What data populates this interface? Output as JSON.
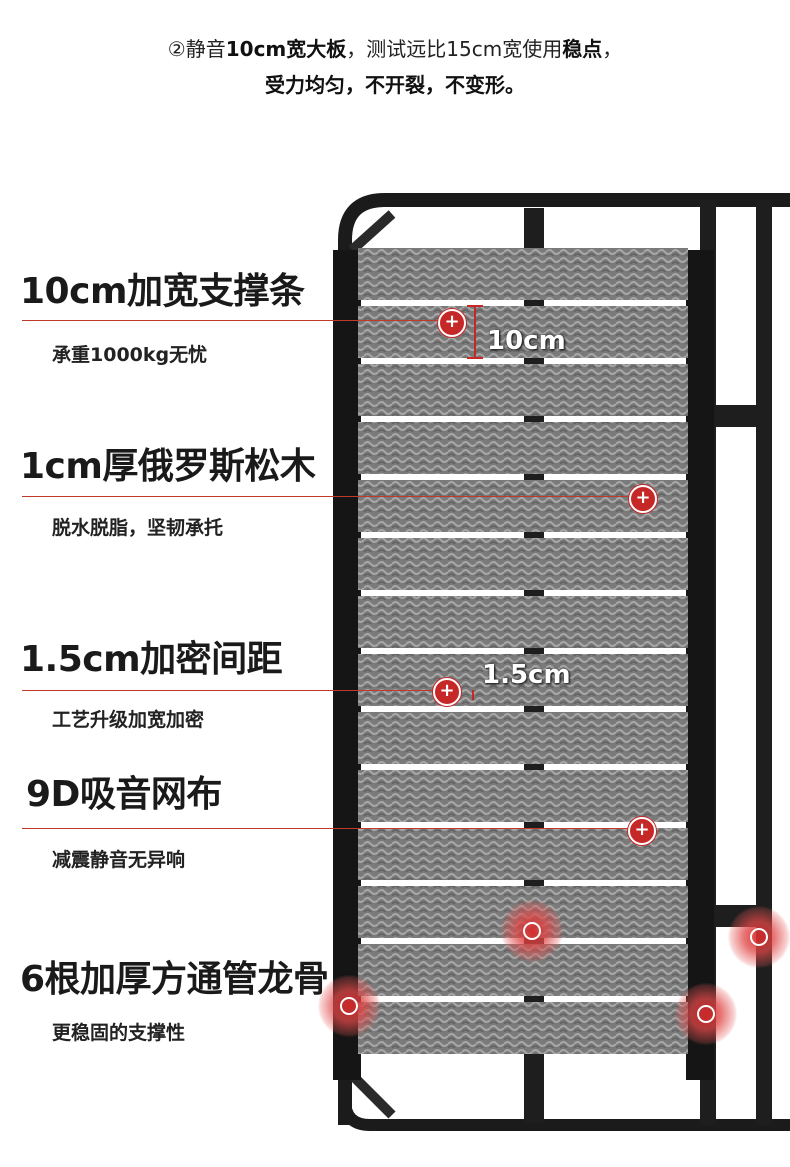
{
  "header": {
    "line1_prefix": "②静音",
    "line1_bold1": "10cm宽大板",
    "line1_mid": "，测试远比15cm宽使用",
    "line1_bold2": "稳点",
    "line1_suffix": "，",
    "line2": "受力均匀，不开裂，不变形。"
  },
  "features": [
    {
      "title": "10cm加宽支撑条",
      "subtitle": "承重1000kg无忧"
    },
    {
      "title": "1cm厚俄罗斯松木",
      "subtitle": "脱水脱脂，坚韧承托"
    },
    {
      "title": "1.5cm加密间距",
      "subtitle": "工艺升级加宽加密"
    },
    {
      "title": "9D吸音网布",
      "subtitle": "减震静音无异响"
    },
    {
      "title": "6根加厚方通管龙骨",
      "subtitle": "更稳固的支撑性"
    }
  ],
  "dimensions": {
    "slat_width": "10cm",
    "slat_gap": "1.5cm"
  },
  "hotspot_symbol": "+",
  "colors": {
    "accent_red": "#c62828",
    "slat_gray": "#8a8a8a",
    "frame_black": "#1b1b1b"
  }
}
